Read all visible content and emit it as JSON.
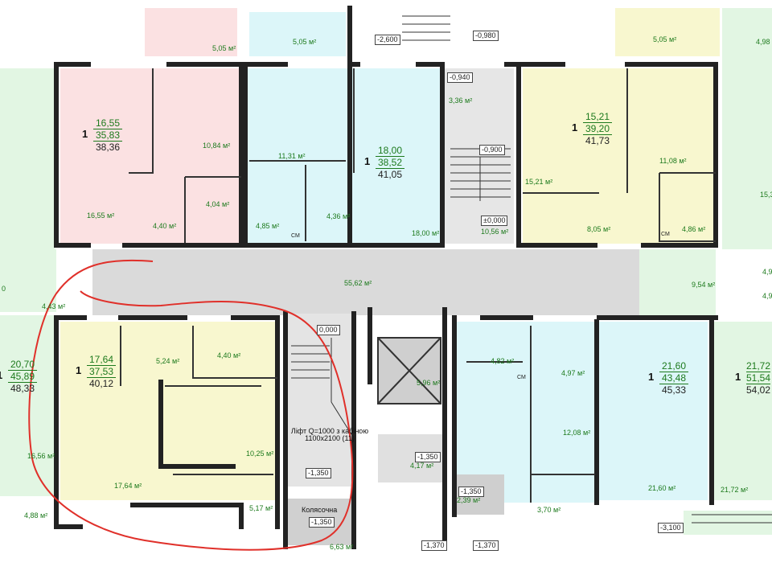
{
  "apartments": [
    {
      "id": "a1",
      "rooms": "1",
      "living": "16,55",
      "total": "35,83",
      "with_balcony": "38,36"
    },
    {
      "id": "a2",
      "rooms": "1",
      "living": "18,00",
      "total": "38,52",
      "with_balcony": "41,05"
    },
    {
      "id": "a3",
      "rooms": "1",
      "living": "15,21",
      "total": "39,20",
      "with_balcony": "41,73"
    },
    {
      "id": "a4",
      "rooms": "1",
      "living": "17,64",
      "total": "37,53",
      "with_balcony": "40,12"
    },
    {
      "id": "a5",
      "rooms": "1",
      "living": "20,70",
      "total": "45,89",
      "with_balcony": "48,33"
    },
    {
      "id": "a6",
      "rooms": "1",
      "living": "21,60",
      "total": "43,48",
      "with_balcony": "45,33"
    },
    {
      "id": "a7",
      "rooms": "1",
      "living": "21,72",
      "total": "51,54",
      "with_balcony": "54,02"
    }
  ],
  "areas": {
    "t1": "5,05 м²",
    "t2": "5,05 м²",
    "t3": "5,05 м²",
    "t4": "4,98",
    "r1": "10,84 м²",
    "r2": "11,31 м²",
    "r3": "3,36 м²",
    "r4": "11,08 м²",
    "r5": "16,55 м²",
    "r6": "4,40 м²",
    "r7": "4,04 м²",
    "r8": "4,85 м²",
    "r9": "4,36 м²",
    "r10": "18,00 м²",
    "r11": "10,56 м²",
    "r12": "15,21 м²",
    "r13": "8,05 м²",
    "r14": "4,86 м²",
    "r15": "15,3",
    "r16": "4,9",
    "corr": "55,62 м²",
    "r17": "9,54 м²",
    "r18": "4,43 м²",
    "r19": "5,24 м²",
    "r20": "4,40 м²",
    "r21": "5,96 м²",
    "r22": "4,82 м²",
    "r23": "4,97 м²",
    "r24": "12,08 м²",
    "r25": "10,25 м²",
    "r26": "16,56 м²",
    "r27": "17,64 м²",
    "r28": "5,17 м²",
    "r29": "4,17 м²",
    "r30": "2,39 м²",
    "r31": "3,70 м²",
    "r32": "21,60 м²",
    "r33": "21,72 м²",
    "r34": "4,88 м²",
    "r35": "6,63 м²",
    "r36": "4,9"
  },
  "levels": {
    "l1": "-2,600",
    "l2": "-0,980",
    "l3": "-0,940",
    "l4": "-0,900",
    "l5": "±0,000",
    "l6": "0,000",
    "l7": "-1,350",
    "l8": "-1,350",
    "l9": "-1,350",
    "l10": "-1,350",
    "l11": "-1,370",
    "l12": "-1,370",
    "l13": "-3,100"
  },
  "notes": {
    "lift_line1": "Ліфт Q=1000 з кабіною",
    "lift_line2": "1100х2100  (11)",
    "stroller": "Колясочна",
    "cm1": "СМ",
    "cm2": "СМ",
    "cm3": "СМ",
    "left_frag": "0"
  },
  "colors": {
    "pink": "#fbe1e2",
    "cyan": "#dcf6f9",
    "yellow": "#f8f7cf",
    "green": "#e2f6e3",
    "gray": "#cfcfcf",
    "wall": "#222222",
    "highlight": "#e0302a"
  }
}
